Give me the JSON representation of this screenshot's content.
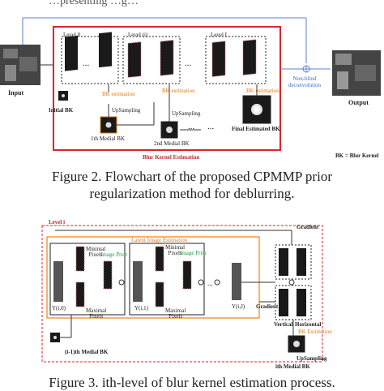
{
  "top_header_fragment": "…presenting …g…",
  "figure2": {
    "caption_line1": "Figure 2. Flowchart of the proposed CPMMP prior",
    "caption_line2": "regularization method for deblurring.",
    "input_label": "Input",
    "output_label": "Output",
    "nonblind_label": "Non-blind\ndeconvolution",
    "initial_bk_label": "Initial BK",
    "level0_label": "Level 0",
    "level_i_label": "Level (i)",
    "level_I_label": "Level I",
    "bk_estimation_1": "BK estimation",
    "bk_estimation_2": "BK estimation",
    "bk_estimation_3": "BK estimation",
    "upsampling_1": "UpSampling",
    "upsampling_2": "UpSampling",
    "medial_bk_1": "1th Medial BK",
    "medial_bk_2": "2nd Medial BK",
    "final_bk": "Final Estimated BK",
    "blur_kernel_estimation": "Blur Kernel Estimation",
    "legend": "BK = Blur Kernel",
    "ellipsis": "..."
  },
  "figure3": {
    "caption": "Figure 3. ith-level of blur kernel estimation process.",
    "level_label": "Level i",
    "latent_label": "Latent Image Estimation",
    "gradient_top": "Gradient",
    "gradient_mid": "Gradient",
    "minimal_pixels_1": "Minimal\nPixels",
    "minimal_pixels_2": "Minimal\nPixels",
    "maximal_pixels_1": "Maximal\nPixels",
    "maximal_pixels_2": "Maximal\nPixels",
    "image_prior_1": "Image Prior",
    "image_prior_2": "Image Prior",
    "x_labels": [
      "Y(i,0)",
      "Y(i,1)",
      "Y(i,J)"
    ],
    "vertical": "Vertical",
    "horizontal": "Horizontal",
    "bk_estimation": "BK Estimation",
    "upsampling": "UpSampling",
    "prev_medial": "(i-1)th Medial BK",
    "ith_medial": "ith Medial BK",
    "ellipsis": "..."
  },
  "colors": {
    "red_box": "#d8252d",
    "orange_box": "#f29a3c",
    "dark_tile": "#1a1a1a",
    "pink_dash": "#d06a7a",
    "blue_line": "#5b7fd6"
  }
}
